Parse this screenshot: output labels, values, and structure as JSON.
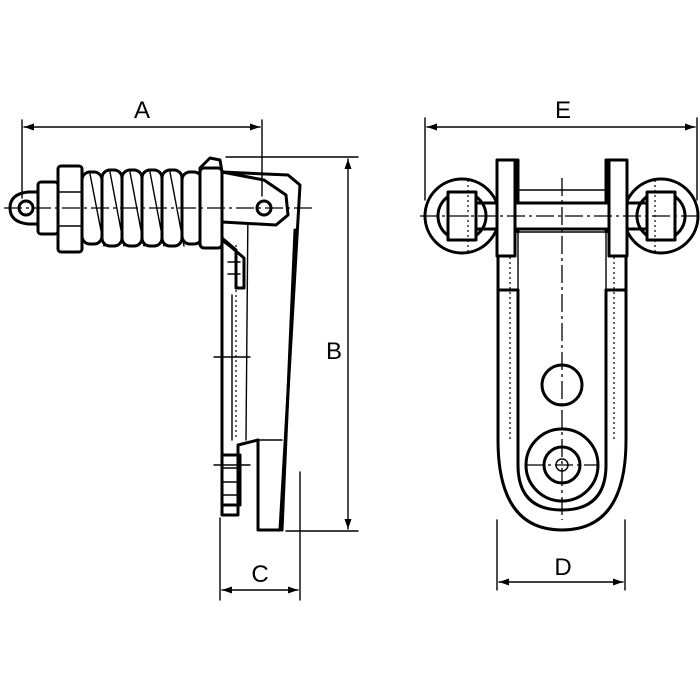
{
  "dimensions": {
    "A": "A",
    "B": "B",
    "C": "C",
    "D": "D",
    "E": "E"
  },
  "colors": {
    "line": "#000000",
    "background": "#ffffff"
  }
}
